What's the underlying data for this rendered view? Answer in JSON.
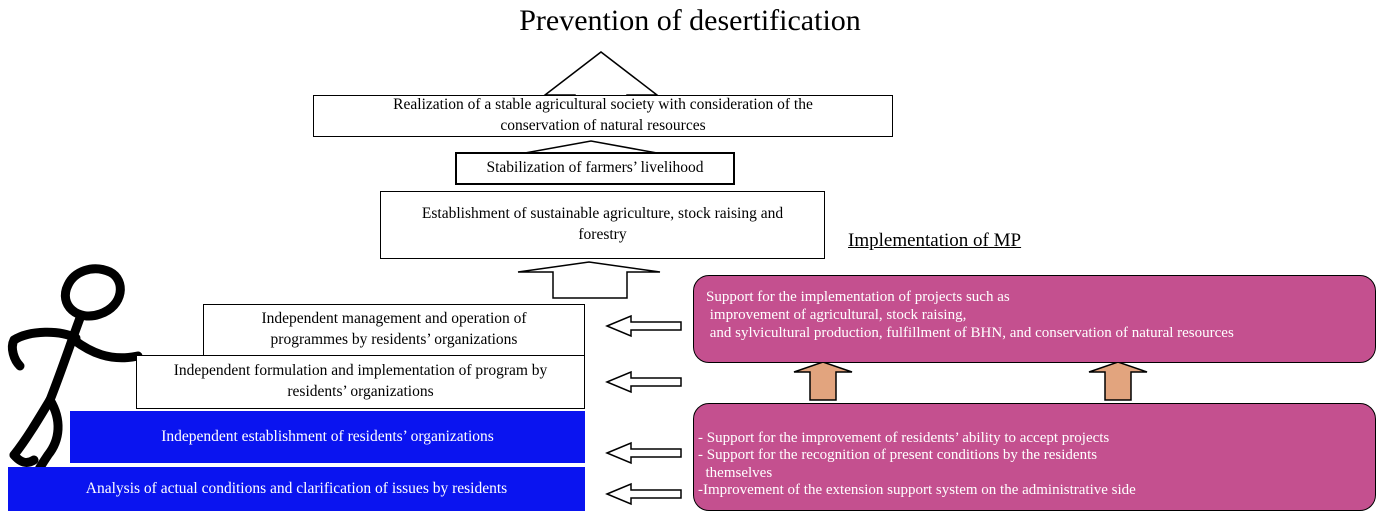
{
  "title": "Prevention of desertification",
  "top_box": "Realization of a stable agricultural society with consideration of the conservation of natural resources",
  "stabilization_box": "Stabilization of farmers’ livelihood",
  "establishment_box": "Establishment of sustainable agriculture,  stock raising and forestry",
  "mp_heading": "Implementation of MP",
  "steps": {
    "step4": "Independent management and operation of programmes by residents’ organizations",
    "step3": "Independent formulation and implementation of program by residents’ organizations",
    "step2": "Independent establishment of residents’ organizations",
    "step1": "Analysis of actual conditions and clarification of issues by residents"
  },
  "support_upper": {
    "line1": "Support for the implementation of projects such as",
    "line2": " improvement of agricultural, stock raising,",
    "line3": " and sylvicultural production, fulfillment of BHN, and conservation of natural resources"
  },
  "support_lower": {
    "line1": "- Support for the improvement of residents’ ability to accept projects",
    "line2": "- Support for the recognition of present conditions by the residents",
    "line3": "  themselves",
    "line4": "-Improvement of the extension support system on the administrative side"
  },
  "colors": {
    "blue_box": "#0a14f0",
    "support_box": "#c4508f",
    "up_arrow_fill": "#e2a47e"
  },
  "icons": [
    "runner-figure-icon",
    "up-arrow-icon",
    "left-arrow-icon"
  ]
}
